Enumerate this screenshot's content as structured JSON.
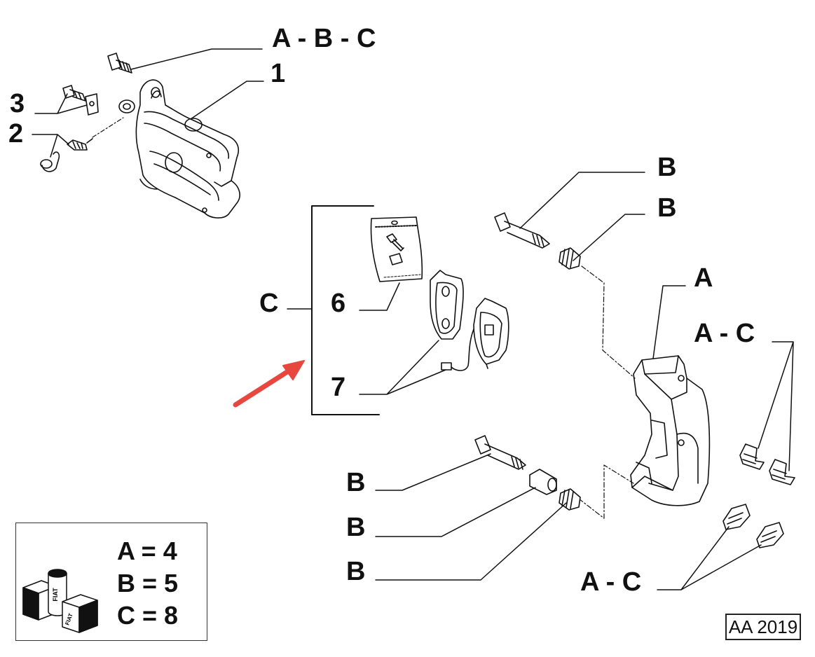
{
  "callouts": {
    "abc": "A - B - C",
    "n1": "1",
    "n3": "3",
    "n2": "2",
    "b1": "B",
    "b2": "B",
    "a": "A",
    "ac1": "A - C",
    "c": "C",
    "n6": "6",
    "n7": "7",
    "b3": "B",
    "b4": "B",
    "b5": "B",
    "ac2": "A - C"
  },
  "legend": {
    "line_a": "A = 4",
    "line_b": "B = 5",
    "line_c": "C = 8",
    "can_text": "FIAT",
    "box_text": "FIAT"
  },
  "reference": "AA 2019",
  "colors": {
    "line": "#111111",
    "arrow": "#e8473f",
    "part_fill": "#ffffff",
    "part_shade": "#e9e9e9"
  }
}
